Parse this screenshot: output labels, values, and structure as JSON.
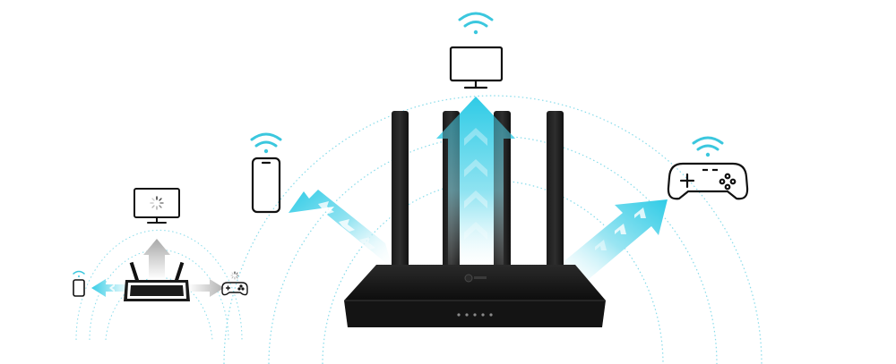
{
  "scene": {
    "description_shown": false,
    "colors": {
      "beam_cyan": "#3ad1ea",
      "beam_light": "#bff1f8",
      "beam_white": "#ffffff",
      "grey_beam": "#bdbdbd",
      "icon_stroke": "#111111",
      "wifi_cyan": "#3bc7de",
      "router_body": "#141414",
      "router_face": "#1c1c1c",
      "led": "#8a8a8a",
      "ring_dotted": "#7ed8e8"
    },
    "icons": {
      "center_top": [
        "wifi-icon",
        "monitor-icon"
      ],
      "left": [
        "wifi-icon",
        "smartphone-icon"
      ],
      "right": [
        "wifi-icon",
        "gamepad-icon"
      ],
      "small_left_top": [
        "monitor-loading-icon"
      ],
      "small_left": [
        "wifi-icon",
        "smartphone-icon"
      ],
      "small_right": [
        "loading-icon",
        "gamepad-icon"
      ]
    },
    "router": {
      "logo_name": "tp-link-logo",
      "antennas": 4,
      "leds": 5
    },
    "small_router": {
      "antennas": 2
    }
  }
}
